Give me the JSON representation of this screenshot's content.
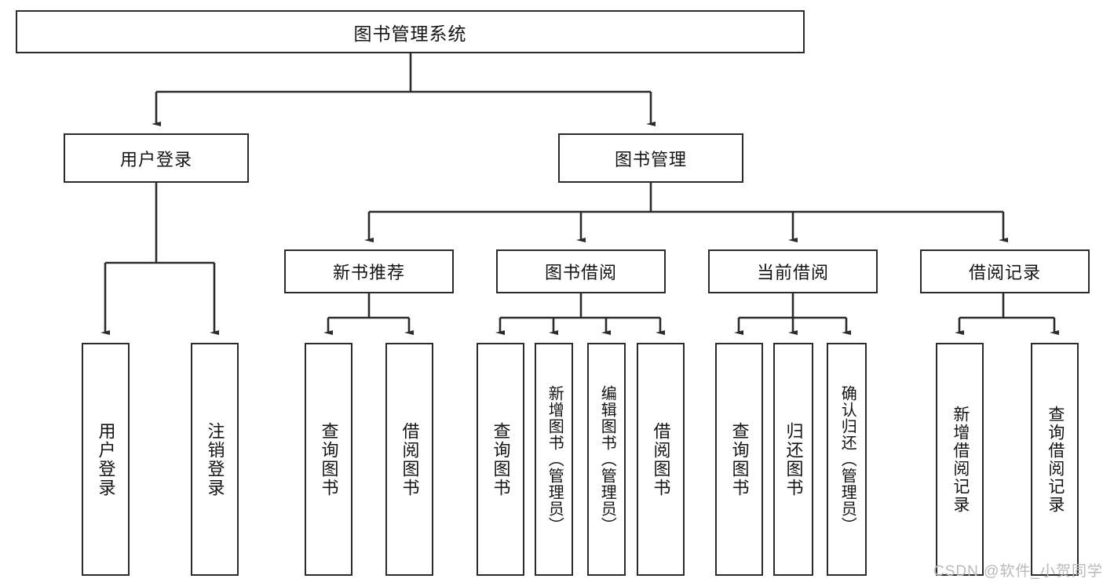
{
  "diagram": {
    "title": "图书管理系统",
    "type": "hierarchy-tree",
    "root": {
      "label": "图书管理系统"
    },
    "level2": [
      {
        "label": "用户登录"
      },
      {
        "label": "图书管理"
      }
    ],
    "level3": [
      {
        "label": "新书推荐"
      },
      {
        "label": "图书借阅"
      },
      {
        "label": "当前借阅"
      },
      {
        "label": "借阅记录"
      }
    ],
    "leaves": {
      "user_login": [
        {
          "label": "用户登录"
        },
        {
          "label": "注销登录"
        }
      ],
      "new_book_recommend": [
        {
          "label": "查询图书"
        },
        {
          "label": "借阅图书"
        }
      ],
      "book_borrow": [
        {
          "label": "查询图书"
        },
        {
          "label": "新增图书（管理员）"
        },
        {
          "label": "编辑图书（管理员）"
        },
        {
          "label": "借阅图书"
        }
      ],
      "current_borrow": [
        {
          "label": "查询图书"
        },
        {
          "label": "归还图书"
        },
        {
          "label": "确认归还（管理员）"
        }
      ],
      "borrow_record": [
        {
          "label": "新增借阅记录"
        },
        {
          "label": "查询借阅记录"
        }
      ]
    }
  },
  "watermark": {
    "text": "CSDN @软件_小贺同学"
  },
  "colors": {
    "stroke": "#2b2b2b",
    "fill": "#ffffff",
    "text": "#141414",
    "watermark": "#b9b9b9"
  }
}
